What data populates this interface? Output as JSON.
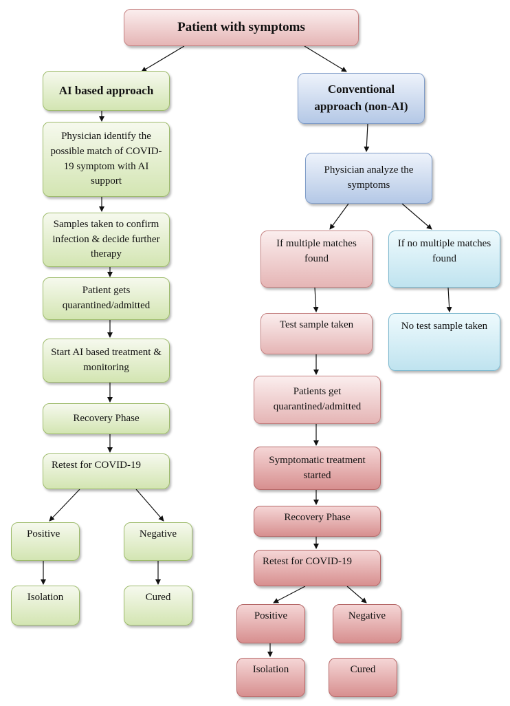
{
  "diagram": {
    "root": "Patient with symptoms",
    "ai": {
      "header": "AI based approach",
      "steps": [
        "Physician identify the possible match of COVID-19 symptom with AI support",
        "Samples taken to confirm infection & decide further therapy",
        "Patient gets quarantined/admitted",
        "Start AI based treatment & monitoring",
        "Recovery Phase",
        "Retest for COVID-19"
      ],
      "positive": "Positive",
      "negative": "Negative",
      "isolation": "Isolation",
      "cured": "Cured"
    },
    "conventional": {
      "header": "Conventional approach (non-AI)",
      "analyze": "Physician analyze the symptoms",
      "multiple": "If multiple matches found",
      "no_multiple": "If no multiple matches found",
      "no_test": "No test sample taken",
      "steps": [
        "Test sample taken",
        "Patients get quarantined/admitted",
        "Symptomatic treatment started",
        "Recovery Phase",
        "Retest for COVID-19"
      ],
      "positive": "Positive",
      "negative": "Negative",
      "isolation": "Isolation",
      "cured": "Cured"
    },
    "colors": {
      "green": "#d3e5b2",
      "pink": "#e5b5b5",
      "blue": "#b4c8e6",
      "cyan": "#bfe3ef",
      "arrow": "#111111"
    }
  }
}
